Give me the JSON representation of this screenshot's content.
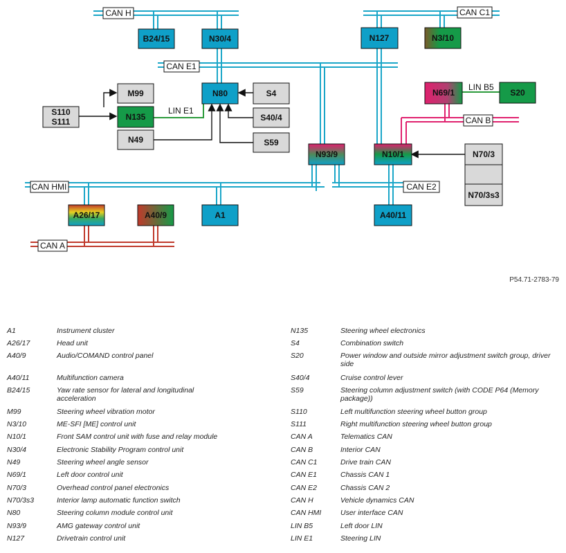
{
  "doc_id": "P54.71-2783-79",
  "buses": {
    "can_h": "CAN H",
    "can_c1": "CAN C1",
    "can_e1": "CAN E1",
    "can_b": "CAN B",
    "can_hmi": "CAN HMI",
    "can_e2": "CAN E2",
    "can_a": "CAN A",
    "lin_e1": "LIN E1",
    "lin_b5": "LIN B5"
  },
  "nodes": {
    "b24_15": "B24/15",
    "n30_4": "N30/4",
    "n127": "N127",
    "n3_10": "N3/10",
    "m99": "M99",
    "n80": "N80",
    "s4": "S4",
    "s110": "S110",
    "s111": "S111",
    "n135": "N135",
    "s40_4": "S40/4",
    "n49": "N49",
    "s59": "S59",
    "n69_1": "N69/1",
    "s20": "S20",
    "n93_9": "N93/9",
    "n10_1": "N10/1",
    "n70_3": "N70/3",
    "n70_3s3": "N70/3s3",
    "a26_17": "A26/17",
    "a40_9": "A40/9",
    "a1": "A1",
    "a40_11": "A40/11"
  },
  "colors": {
    "can_blue": "#1aa6c8",
    "can_a_red": "#c0392b",
    "can_b_pink": "#e0206e",
    "lin_green": "#2a9a3a",
    "box_blue": "#0fa0c8",
    "box_green": "#159a48",
    "box_gray": "#d9d9d9"
  },
  "legend_left": [
    {
      "code": "A1",
      "desc": "Instrument cluster"
    },
    {
      "code": "A26/17",
      "desc": "Head unit"
    },
    {
      "code": "A40/9",
      "desc": "Audio/COMAND control panel"
    },
    {
      "code": "A40/11",
      "desc": "Multifunction camera"
    },
    {
      "code": "B24/15",
      "desc": "Yaw rate sensor for lateral and longitudinal acceleration"
    },
    {
      "code": "M99",
      "desc": "Steering wheel vibration motor"
    },
    {
      "code": "N3/10",
      "desc": "ME-SFI [ME] control unit"
    },
    {
      "code": "N10/1",
      "desc": "Front SAM control unit with fuse and relay module"
    },
    {
      "code": "N30/4",
      "desc": "Electronic Stability Program control unit"
    },
    {
      "code": "N49",
      "desc": "Steering wheel angle sensor"
    },
    {
      "code": "N69/1",
      "desc": "Left door control unit"
    },
    {
      "code": "N70/3",
      "desc": "Overhead control panel electronics"
    },
    {
      "code": "N70/3s3",
      "desc": "Interior lamp automatic function switch"
    },
    {
      "code": "N80",
      "desc": "Steering column module control unit"
    },
    {
      "code": "N93/9",
      "desc": "AMG gateway control unit"
    },
    {
      "code": "N127",
      "desc": "Drivetrain control unit"
    }
  ],
  "legend_right": [
    {
      "code": "N135",
      "desc": "Steering wheel electronics"
    },
    {
      "code": "S4",
      "desc": "Combination switch"
    },
    {
      "code": "S20",
      "desc": "Power window and outside mirror adjustment switch group, driver side"
    },
    {
      "code": "S40/4",
      "desc": "Cruise control lever"
    },
    {
      "code": "S59",
      "desc": "Steering column adjustment switch (with CODE P64 (Memory package))"
    },
    {
      "code": "S110",
      "desc": "Left multifunction steering wheel button group"
    },
    {
      "code": "S111",
      "desc": "Right multifunction steering wheel button group"
    },
    {
      "code": "CAN A",
      "desc": "Telematics CAN"
    },
    {
      "code": "CAN B",
      "desc": "Interior CAN"
    },
    {
      "code": "CAN C1",
      "desc": "Drive train CAN"
    },
    {
      "code": "CAN E1",
      "desc": "Chassis CAN 1"
    },
    {
      "code": "CAN E2",
      "desc": "Chassis CAN 2"
    },
    {
      "code": "CAN H",
      "desc": "Vehicle dynamics CAN"
    },
    {
      "code": "CAN HMI",
      "desc": "User interface CAN"
    },
    {
      "code": "LIN B5",
      "desc": "Left door LIN"
    },
    {
      "code": "LIN E1",
      "desc": "Steering LIN"
    }
  ]
}
